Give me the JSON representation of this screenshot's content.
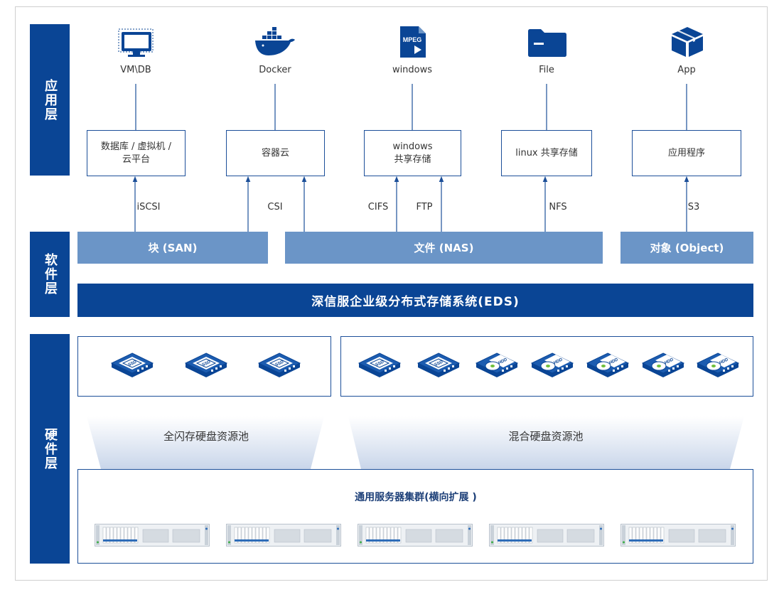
{
  "layers": {
    "app": "应用层",
    "software": "软件层",
    "hardware": "硬件层"
  },
  "apps": [
    {
      "label": "VM\\DB",
      "icon": "monitor-icon"
    },
    {
      "label": "Docker",
      "icon": "docker-whale-icon"
    },
    {
      "label": "windows",
      "icon": "mpeg-file-icon"
    },
    {
      "label": "File",
      "icon": "folder-icon"
    },
    {
      "label": "App",
      "icon": "box-icon"
    }
  ],
  "services": [
    {
      "label_line1": "数据库 / 虚拟机 /",
      "label_line2": "云平台"
    },
    {
      "label_line1": "容器云",
      "label_line2": ""
    },
    {
      "label_line1": "windows",
      "label_line2": "共享存储"
    },
    {
      "label_line1": "linux 共享存储",
      "label_line2": ""
    },
    {
      "label_line1": "应用程序",
      "label_line2": ""
    }
  ],
  "protocols": {
    "iscsi": "iSCSI",
    "csi": "CSI",
    "cifs": "CIFS",
    "ftp": "FTP",
    "nfs": "NFS",
    "s3": "S3"
  },
  "storage_types": {
    "block": "块 (SAN)",
    "file": "文件 (NAS)",
    "object": "对象 (Object)"
  },
  "eds_title": "深信服企业级分布式存储系统(EDS)",
  "disk_labels": {
    "ssd": "SSD",
    "hdd": "HDD"
  },
  "pools": {
    "all_flash": "全闪存硬盘资源池",
    "hybrid": "混合硬盘资源池"
  },
  "cluster_title": "通用服务器集群(横向扩展 )",
  "colors": {
    "primary": "#0a4595",
    "secondary": "#6b95c7",
    "line": "#1c4f99"
  }
}
